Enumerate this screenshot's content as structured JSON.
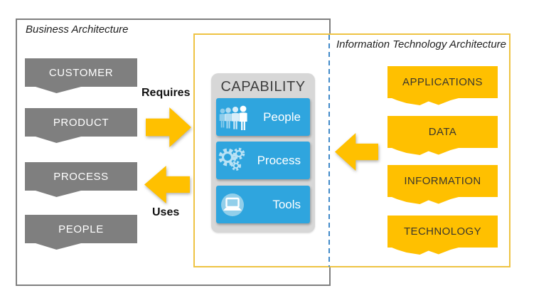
{
  "business_panel": {
    "title": "Business Architecture",
    "items": [
      "CUSTOMER",
      "PRODUCT",
      "PROCESS",
      "PEOPLE"
    ]
  },
  "it_panel": {
    "title": "Information Technology Architecture",
    "items": [
      "APPLICATIONS",
      "DATA",
      "INFORMATION",
      "TECHNOLOGY"
    ]
  },
  "capability_panel": {
    "title": "CAPABILITY",
    "items": [
      {
        "label": "People",
        "icon": "people-icon"
      },
      {
        "label": "Process",
        "icon": "gears-icon"
      },
      {
        "label": "Tools",
        "icon": "laptop-icon"
      }
    ]
  },
  "arrows": {
    "requires_label": "Requires",
    "uses_label": "Uses"
  },
  "colors": {
    "gray": "#7F7F7F",
    "yellow": "#FFC000",
    "yellow_border": "#EEC343",
    "blue": "#2FA5DE",
    "card_gray": "#D7D7D7",
    "dashed_blue": "#4089C8"
  }
}
